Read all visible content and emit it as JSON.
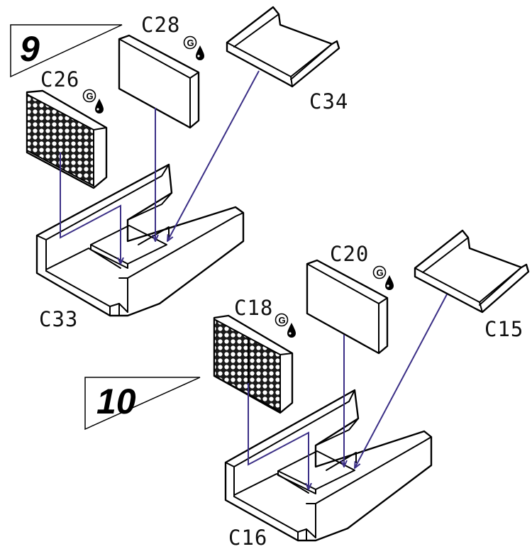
{
  "steps": [
    {
      "number": "9",
      "parts": {
        "frame": "C33",
        "grille": "C26",
        "panel": "C28",
        "tray": "C34"
      }
    },
    {
      "number": "10",
      "parts": {
        "frame": "C16",
        "grille": "C18",
        "panel": "C20",
        "tray": "C15"
      }
    }
  ],
  "glue_symbol": {
    "letter": "G"
  },
  "colors": {
    "outline": "#000000",
    "assembly_arrow": "#3b2f86",
    "background": "#ffffff"
  }
}
